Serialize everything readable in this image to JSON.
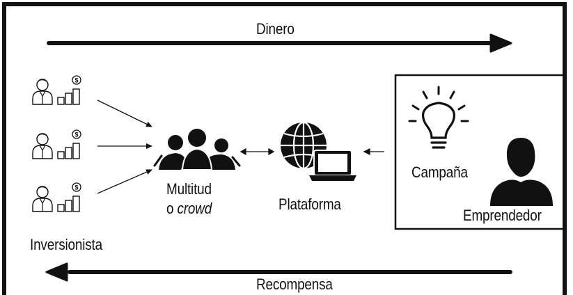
{
  "colors": {
    "ink": "#111111",
    "background": "#ffffff"
  },
  "flows": {
    "top_label": "Dinero",
    "bottom_label": "Recompensa"
  },
  "investors": {
    "label": "Inversionista",
    "icons": [
      "investor-with-growth-chart-icon",
      "investor-with-growth-chart-icon",
      "investor-with-growth-chart-icon"
    ],
    "badge_symbol": "$"
  },
  "crowd": {
    "icon": "group-of-people-icon",
    "line1": "Multitud",
    "line2_prefix": "o ",
    "line2_italic": "crowd"
  },
  "platform": {
    "icon": "globe-with-laptop-icon",
    "label": "Plataforma"
  },
  "entrepreneur_box": {
    "campaign_icon": "lightbulb-idea-icon",
    "campaign_label": "Campaña",
    "person_icon": "person-silhouette-icon",
    "entrepreneur_label": "Emprendedor"
  }
}
